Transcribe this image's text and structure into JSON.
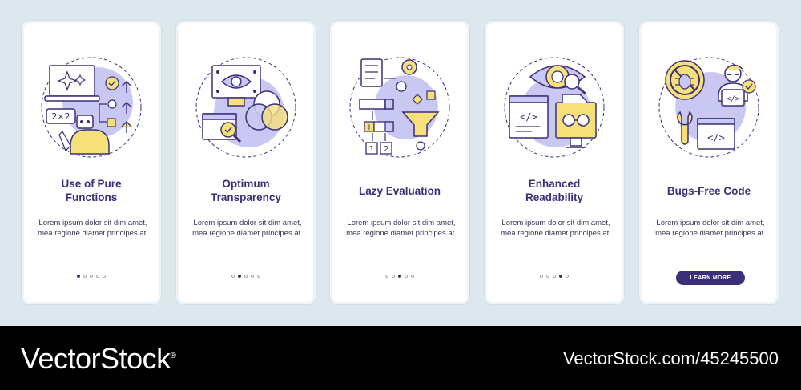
{
  "cards": [
    {
      "title": "Use of Pure\nFunctions",
      "body": "Lorem ipsum dolor sit dim amet, mea regione diamet principes at."
    },
    {
      "title": "Optimum\nTransparency",
      "body": "Lorem ipsum dolor sit dim amet, mea regione diamet principes at."
    },
    {
      "title": "Lazy Evaluation",
      "body": "Lorem ipsum dolor sit dim amet, mea regione diamet principes at."
    },
    {
      "title": "Enhanced\nReadability",
      "body": "Lorem ipsum dolor sit dim amet, mea regione diamet principes at."
    },
    {
      "title": "Bugs-Free Code",
      "body": "Lorem ipsum dolor sit dim amet, mea regione diamet principes at."
    }
  ],
  "pagination": {
    "total": 5,
    "active_per_card": [
      1,
      2,
      3,
      4
    ]
  },
  "illustration_text": {
    "math": "2×2",
    "code": "</>",
    "step1": "1",
    "step2": "2",
    "plus": "+"
  },
  "learn_more_label": "LEARN MORE",
  "footer": {
    "brand": "VectorStock",
    "brand_mark": "®",
    "url": "VectorStock.com/45245500"
  },
  "colors": {
    "accent": "#3b2f7a",
    "yellow": "#f5e07a",
    "lavender": "#c9c8f2",
    "background": "#dce8ee"
  },
  "icons": [
    "laptop-sparkle-icon",
    "eye-monitor-icon",
    "process-funnel-icon",
    "eye-code-icon",
    "bug-free-developer-icon"
  ]
}
